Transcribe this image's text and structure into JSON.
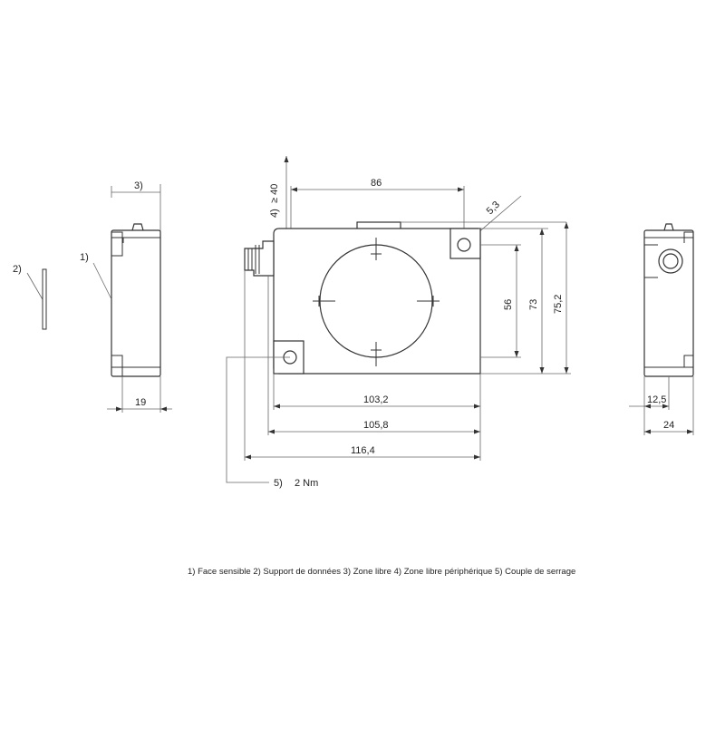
{
  "callouts": {
    "c1": "1)",
    "c2": "2)",
    "c3": "3)",
    "c4": "4)",
    "c4_value": "≥ 40",
    "c5": "5)",
    "c5_value": "2 Nm"
  },
  "dimensions": {
    "side_left_width": "19",
    "top_width": "86",
    "hole_diameter": "5,3",
    "height_56": "56",
    "height_73": "73",
    "height_75": "75,2",
    "width_103": "103,2",
    "width_105": "105,8",
    "width_116": "116,4",
    "side_right_12": "12,5",
    "side_right_24": "24"
  },
  "legend": "1) Face sensible  2) Support de données  3) Zone libre  4) Zone libre périphérique  5) Couple de serrage",
  "colors": {
    "line": "#333333",
    "background": "#ffffff"
  }
}
